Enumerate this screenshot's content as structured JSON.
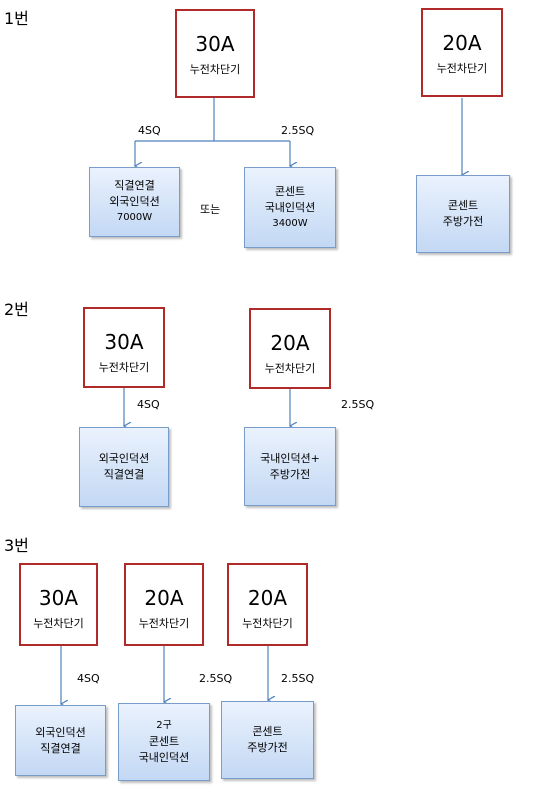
{
  "sections": [
    {
      "label": "1번",
      "breakers": [
        {
          "amp": "30A",
          "name": "누전차단기"
        },
        {
          "amp": "20A",
          "name": "누전차단기"
        }
      ],
      "loads": [
        {
          "lines": [
            "직결연결",
            "외국인덕션",
            "7000W"
          ]
        },
        {
          "lines": [
            "콘센트",
            "국내인덕션",
            "3400W"
          ]
        },
        {
          "lines": [
            "콘센트",
            "주방가전"
          ]
        }
      ],
      "wires": [
        "4SQ",
        "2.5SQ"
      ],
      "or_text": "또는"
    },
    {
      "label": "2번",
      "breakers": [
        {
          "amp": "30A",
          "name": "누전차단기"
        },
        {
          "amp": "20A",
          "name": "누전차단기"
        }
      ],
      "loads": [
        {
          "lines": [
            "외국인덕션",
            "직결연결"
          ]
        },
        {
          "lines": [
            "국내인덕션+",
            "주방가전"
          ]
        }
      ],
      "wires": [
        "4SQ",
        "2.5SQ"
      ]
    },
    {
      "label": "3번",
      "breakers": [
        {
          "amp": "30A",
          "name": "누전차단기"
        },
        {
          "amp": "20A",
          "name": "누전차단기"
        },
        {
          "amp": "20A",
          "name": "누전차단기"
        }
      ],
      "loads": [
        {
          "lines": [
            "외국인덕션",
            "직결연결"
          ]
        },
        {
          "lines": [
            "2구",
            "콘센트",
            "국내인덕션"
          ]
        },
        {
          "lines": [
            "콘센트",
            "주방가전"
          ]
        }
      ],
      "wires": [
        "4SQ",
        "2.5SQ",
        "2.5SQ"
      ]
    }
  ]
}
